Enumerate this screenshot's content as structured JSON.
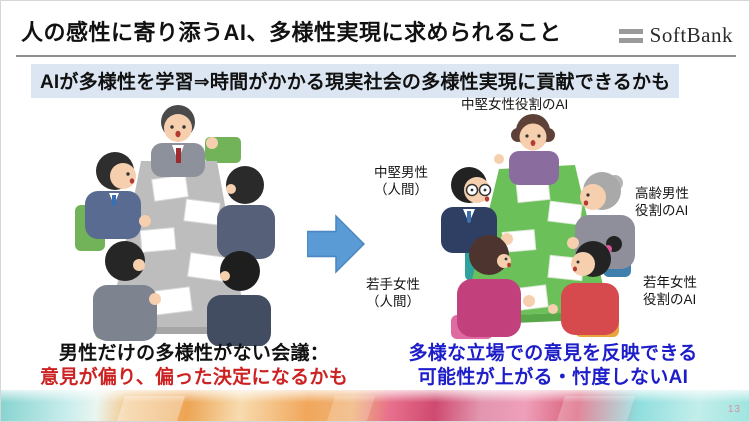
{
  "header": {
    "title": "人の感性に寄り添うAI、多様性実現に求められること",
    "brand": "SoftBank"
  },
  "subtitle": {
    "text": "AIが多様性を学習⇒時間がかかる現実社会の多様性実現に貢献できるかも"
  },
  "left_scene": {
    "caption_line1": "男性だけの多様性がない会議：",
    "caption_line2": "意見が偏り、偏った決定になるかも"
  },
  "right_scene": {
    "caption_line1": "多様な立場での意見を反映できる",
    "caption_line2": "可能性が上がる・忖度しないAI",
    "labels": {
      "top": "中堅女性役割のAI",
      "mid_left_1": "中堅男性",
      "mid_left_2": "（人間）",
      "right_upper_1": "高齢男性",
      "right_upper_2": "役割のAI",
      "left_lower_1": "若手女性",
      "left_lower_2": "（人間）",
      "right_lower_1": "若年女性",
      "right_lower_2": "役割のAI"
    }
  },
  "slide": {
    "page_number": "13"
  },
  "colors": {
    "caption_red": "#cc2222",
    "caption_blue": "#1d1dc9",
    "subtitle_bg": "#dce6f2",
    "arrow_blue": "#5b9bd5",
    "logo_gray": "#9a9a9a"
  }
}
